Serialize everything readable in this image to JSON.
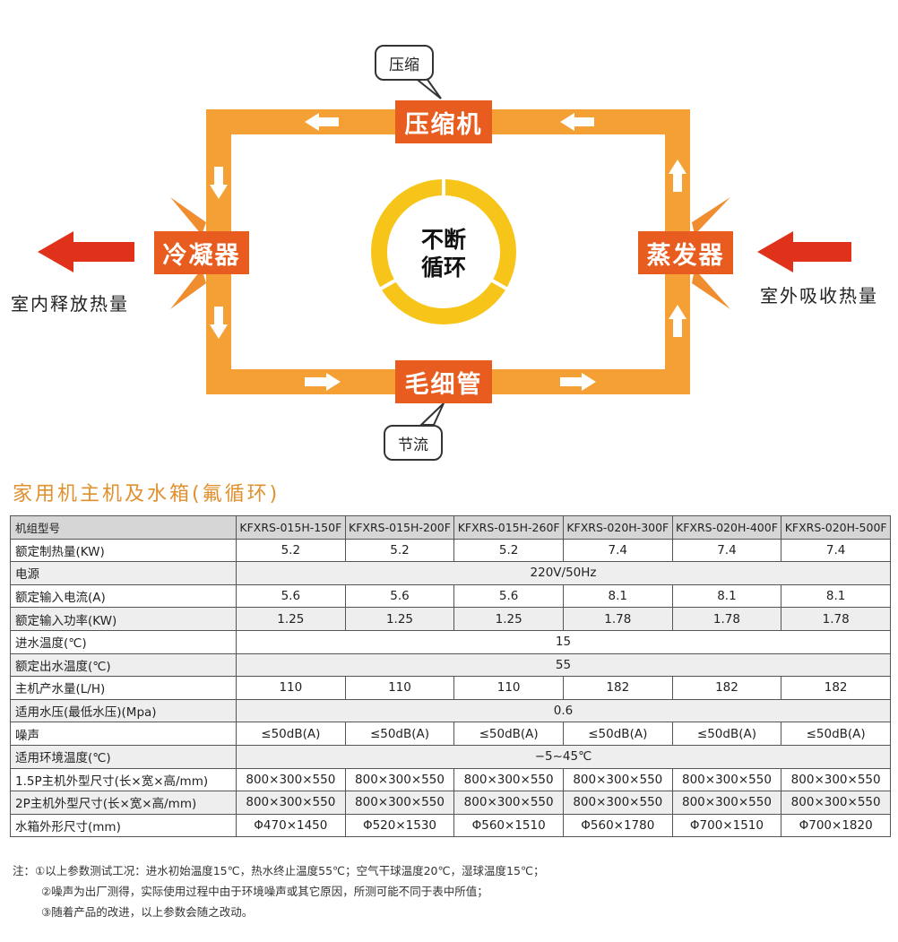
{
  "diagram": {
    "compressor": "压缩机",
    "condenser": "冷凝器",
    "evaporator": "蒸发器",
    "capillary": "毛细管",
    "bubble_top": "压缩",
    "bubble_bottom": "节流",
    "center_line1": "不断",
    "center_line2": "循环",
    "left_label": "室内释放热量",
    "right_label": "室外吸收热量",
    "colors": {
      "loop": "#f5a035",
      "component": "#e85d1f",
      "cycle_ring": "#f7c51a",
      "heat_arrow": "#e0321a"
    }
  },
  "section_title": "家用机主机及水箱(氟循环)",
  "table": {
    "header": [
      "机组型号",
      "KFXRS-015H-150F",
      "KFXRS-015H-200F",
      "KFXRS-015H-260F",
      "KFXRS-020H-300F",
      "KFXRS-020H-400F",
      "KFXRS-020H-500F"
    ],
    "rows": [
      {
        "label": "额定制热量(KW)",
        "values": [
          "5.2",
          "5.2",
          "5.2",
          "7.4",
          "7.4",
          "7.4"
        ]
      },
      {
        "label": "电源",
        "span": "220V/50Hz"
      },
      {
        "label": "额定输入电流(A)",
        "values": [
          "5.6",
          "5.6",
          "5.6",
          "8.1",
          "8.1",
          "8.1"
        ]
      },
      {
        "label": "额定输入功率(KW)",
        "values": [
          "1.25",
          "1.25",
          "1.25",
          "1.78",
          "1.78",
          "1.78"
        ]
      },
      {
        "label": "进水温度(℃)",
        "span": "15"
      },
      {
        "label": "额定出水温度(℃)",
        "span": "55"
      },
      {
        "label": "主机产水量(L/H)",
        "values": [
          "110",
          "110",
          "110",
          "182",
          "182",
          "182"
        ]
      },
      {
        "label": "适用水压(最低水压)(Mpa)",
        "span": "0.6"
      },
      {
        "label": "噪声",
        "values": [
          "≤50dB(A)",
          "≤50dB(A)",
          "≤50dB(A)",
          "≤50dB(A)",
          "≤50dB(A)",
          "≤50dB(A)"
        ]
      },
      {
        "label": "适用环境温度(℃)",
        "span": "−5~45℃"
      },
      {
        "label": "1.5P主机外型尺寸(长×宽×高/mm)",
        "values": [
          "800×300×550",
          "800×300×550",
          "800×300×550",
          "800×300×550",
          "800×300×550",
          "800×300×550"
        ]
      },
      {
        "label": "2P主机外型尺寸(长×宽×高/mm)",
        "values": [
          "800×300×550",
          "800×300×550",
          "800×300×550",
          "800×300×550",
          "800×300×550",
          "800×300×550"
        ]
      },
      {
        "label": "水箱外形尺寸(mm)",
        "values": [
          "Φ470×1450",
          "Φ520×1530",
          "Φ560×1510",
          "Φ560×1780",
          "Φ700×1510",
          "Φ700×1820"
        ]
      }
    ]
  },
  "notes": [
    "注：①以上参数测试工况：进水初始温度15℃，热水终止温度55℃；空气干球温度20℃，湿球温度15℃；",
    "②噪声为出厂测得，实际使用过程中由于环境噪声或其它原因，所测可能不同于表中所值；",
    "③随着产品的改进，以上参数会随之改动。"
  ]
}
